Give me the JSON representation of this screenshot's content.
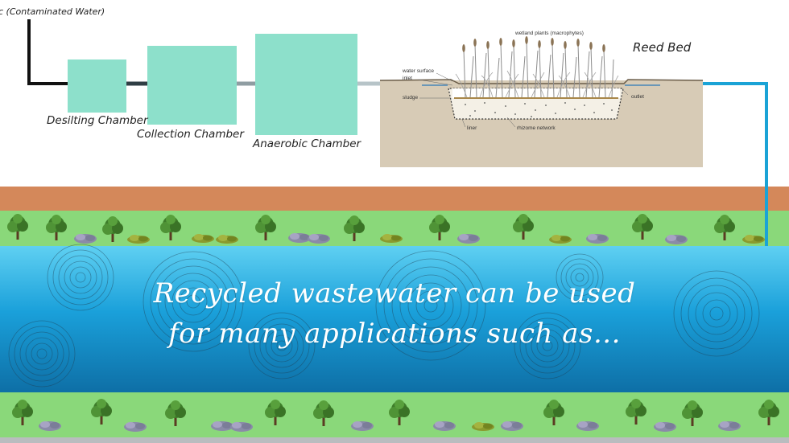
{
  "process": {
    "inlet_label": "c (Contaminated Water)",
    "chambers": [
      {
        "id": "desilting",
        "label": "Desilting Chamber"
      },
      {
        "id": "collection",
        "label": "Collection Chamber"
      },
      {
        "id": "anaerobic",
        "label": "Anaerobic Chamber"
      }
    ]
  },
  "reed_bed": {
    "title": "Reed Bed",
    "labels": {
      "plants": "wetland plants (macrophytes)",
      "water_surface": "water surface",
      "inlet": "inlet",
      "sludge": "sludge",
      "outlet": "outlet",
      "liner": "liner",
      "rhizome": "rhizome network"
    }
  },
  "message": {
    "line1": "Recycled wastewater can be used",
    "line2": "for many applications such as..."
  },
  "colors": {
    "chamber": "#8de0cb",
    "pipe_water": "#1aa3d6",
    "soil": "#d4885a",
    "grass": "#8ad87a",
    "river": "#1a9ad6"
  }
}
